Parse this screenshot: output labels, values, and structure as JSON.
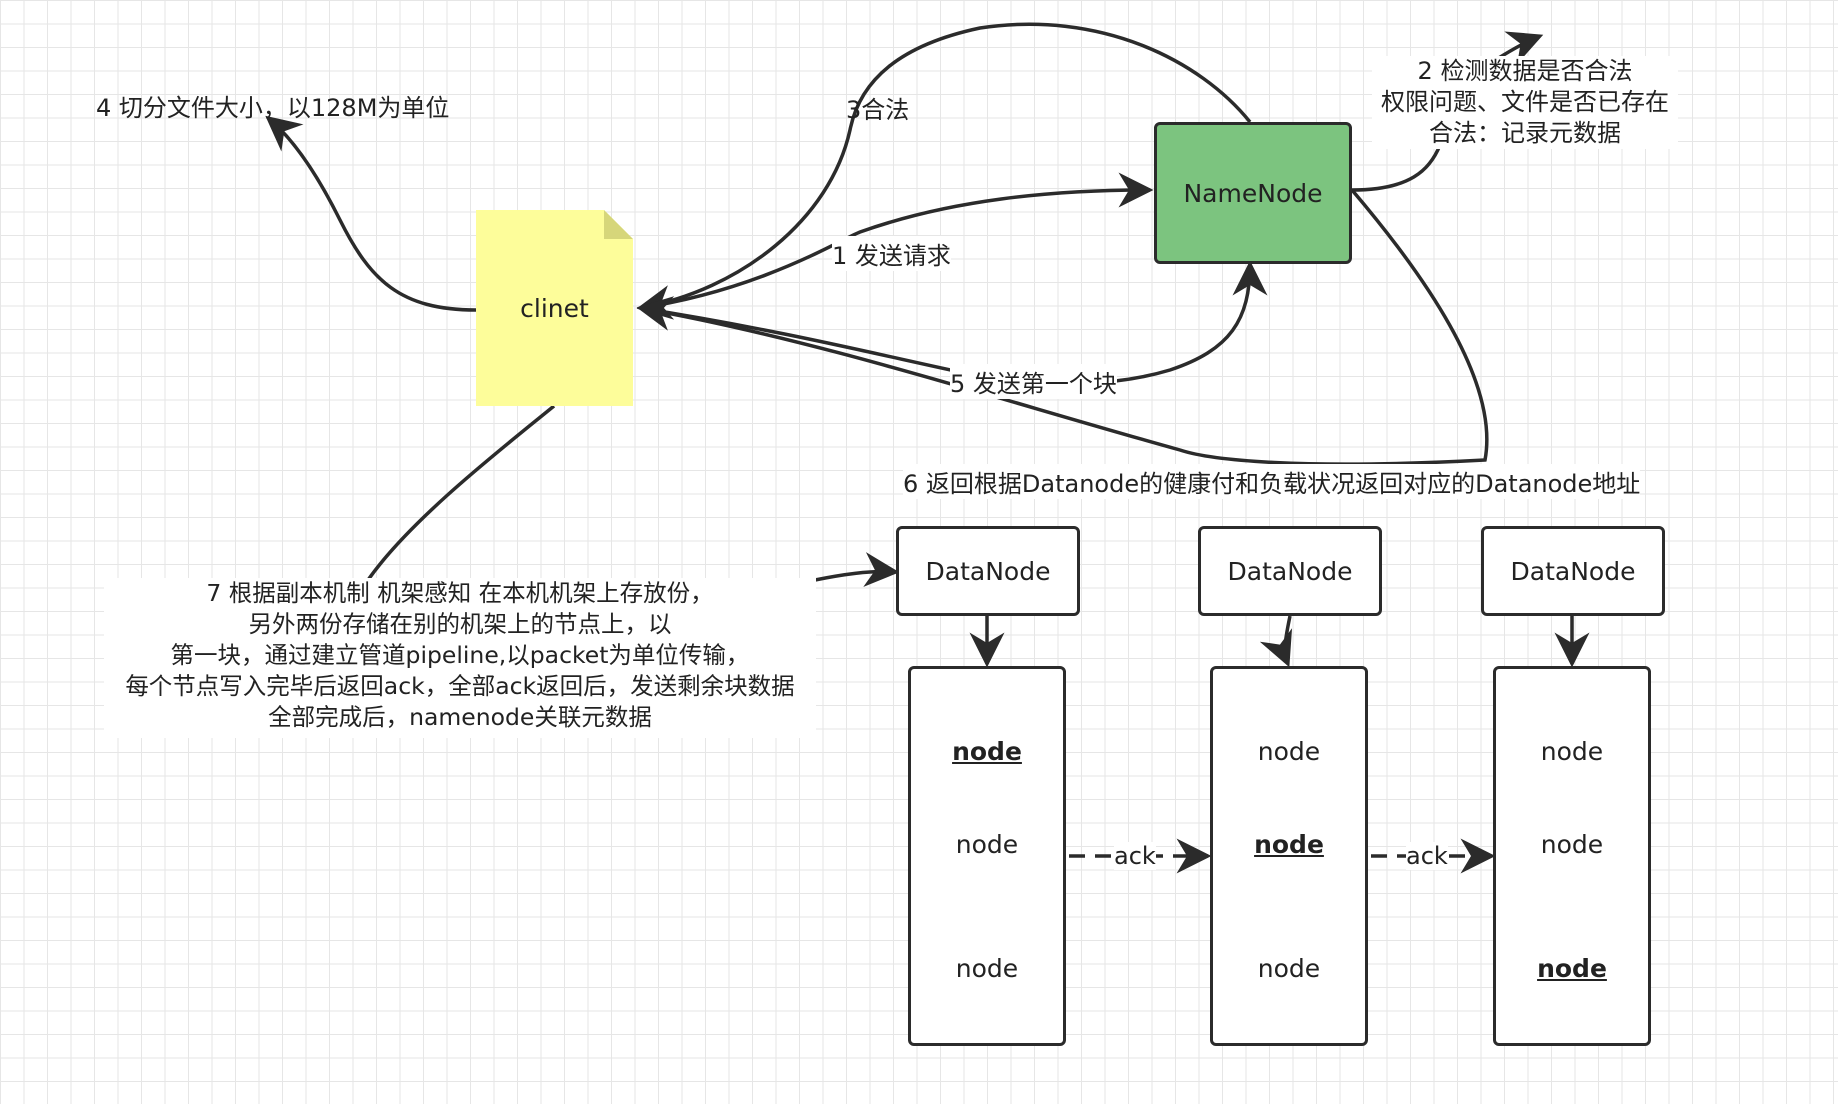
{
  "nodes": {
    "client": "clinet",
    "namenode": "NameNode",
    "datanodes": [
      "DataNode",
      "DataNode",
      "DataNode"
    ],
    "storage": [
      {
        "items": [
          "node",
          "node",
          "node"
        ],
        "active_index": 0
      },
      {
        "items": [
          "node",
          "node",
          "node"
        ],
        "active_index": 1
      },
      {
        "items": [
          "node",
          "node",
          "node"
        ],
        "active_index": 2
      }
    ]
  },
  "labels": {
    "step1": "1 发送请求",
    "step2": [
      "2 检测数据是否合法",
      "权限问题、文件是否已存在",
      "合法：记录元数据"
    ],
    "step3": "3合法",
    "step4": "4 切分文件大小，以128M为单位",
    "step5": "5 发送第一个块",
    "step6": "6 返回根据Datanode的健康付和负载状况返回对应的Datanode地址",
    "step7": [
      "7 根据副本机制 机架感知 在本机机架上存放份，",
      "另外两份存储在别的机架上的节点上，以",
      "第一块，通过建立管道pipeline,以packet为单位传输，",
      "每个节点写入完毕后返回ack，全部ack返回后，发送剩余块数据",
      "全部完成后，namenode关联元数据"
    ],
    "ack": [
      "ack",
      "ack"
    ]
  },
  "colors": {
    "namenode_fill": "#7cc47f",
    "client_fill": "#fdfd9a",
    "stroke": "#2b2b2b",
    "grid": "#e6e6e6"
  }
}
